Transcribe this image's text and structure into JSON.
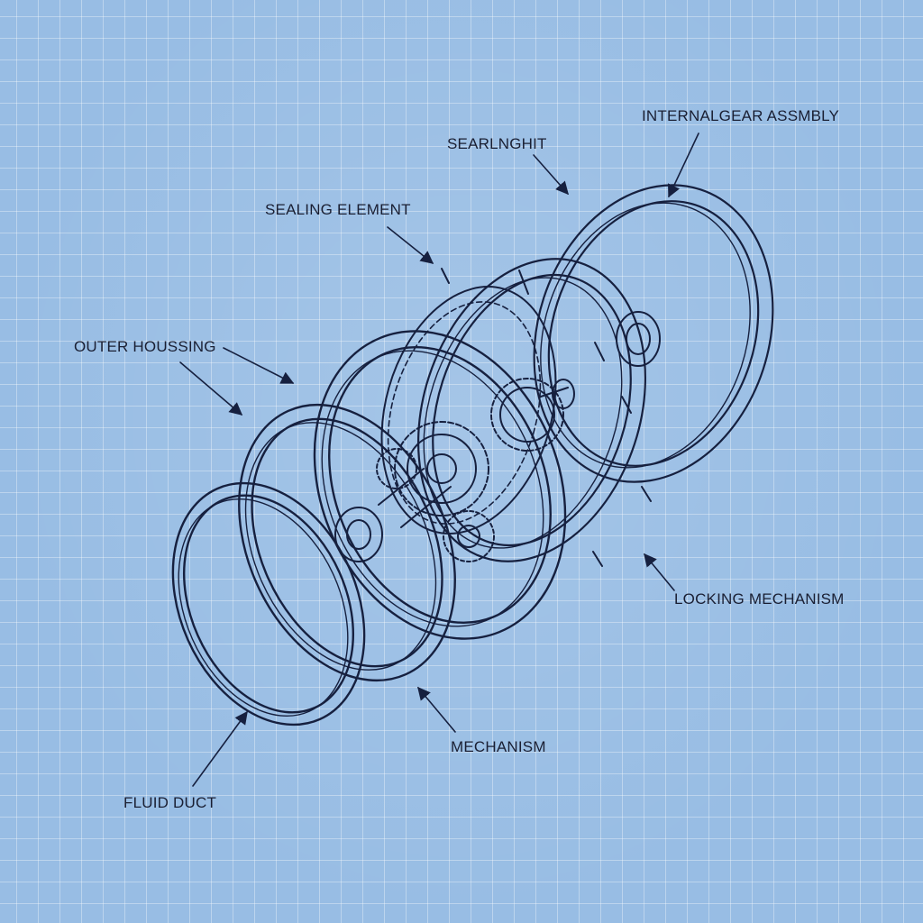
{
  "labels": {
    "internal_gear_assembly": "INTERNALGEAR ASSMBLY",
    "sealrnght": "SEARLNGHIT",
    "sealing_element": "SEALING ELEMENT",
    "outer_housing": "OUTER HOUSSING",
    "locking_mechanism": "LOCKING MECHANISM",
    "mechanism": "MECHANISM",
    "fluid_duct": "FLUID DUCT"
  },
  "colors": {
    "background": "#98bde4",
    "ink": "#16203f"
  }
}
